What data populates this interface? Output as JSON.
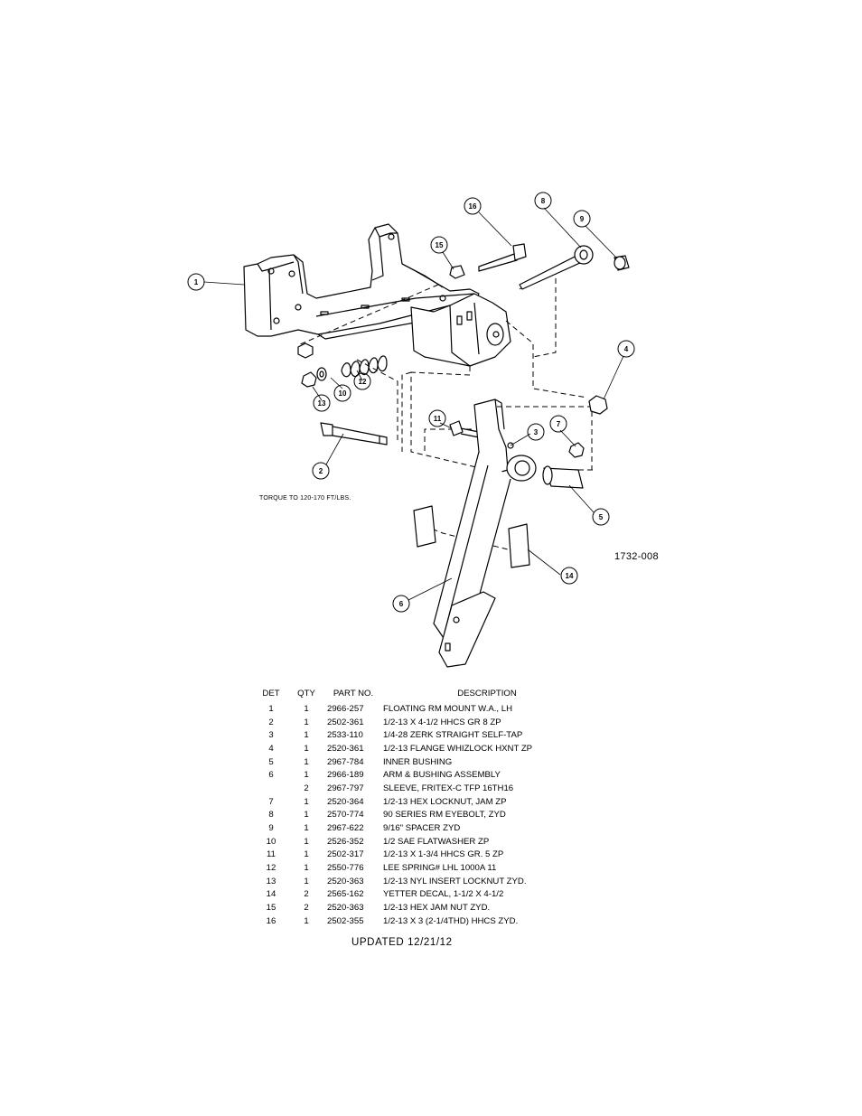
{
  "callouts": [
    "1",
    "2",
    "3",
    "4",
    "5",
    "6",
    "7",
    "8",
    "9",
    "10",
    "11",
    "12",
    "13",
    "14",
    "15",
    "16"
  ],
  "note": "TORQUE TO 120-170 FT/LBS.",
  "figure_id": "1732-008",
  "table": {
    "headers": {
      "det": "DET",
      "qty": "QTY",
      "part": "PART NO.",
      "desc": "DESCRIPTION"
    },
    "rows": [
      {
        "det": "1",
        "qty": "1",
        "part": "2966-257",
        "desc": "FLOATING RM MOUNT W.A., LH"
      },
      {
        "det": "2",
        "qty": "1",
        "part": "2502-361",
        "desc": "1/2-13 X 4-1/2 HHCS GR 8 ZP"
      },
      {
        "det": "3",
        "qty": "1",
        "part": "2533-110",
        "desc": "1/4-28 ZERK STRAIGHT SELF-TAP"
      },
      {
        "det": "4",
        "qty": "1",
        "part": "2520-361",
        "desc": "1/2-13 FLANGE WHIZLOCK HXNT ZP"
      },
      {
        "det": "5",
        "qty": "1",
        "part": "2967-784",
        "desc": "INNER BUSHING"
      },
      {
        "det": "6",
        "qty": "1",
        "part": "2966-189",
        "desc": "ARM & BUSHING ASSEMBLY"
      },
      {
        "det": "",
        "qty": "2",
        "part": "2967-797",
        "desc": "SLEEVE, FRITEX-C TFP 16TH16"
      },
      {
        "det": "7",
        "qty": "1",
        "part": "2520-364",
        "desc": "1/2-13 HEX LOCKNUT, JAM ZP"
      },
      {
        "det": "8",
        "qty": "1",
        "part": "2570-774",
        "desc": "90 SERIES RM EYEBOLT, ZYD"
      },
      {
        "det": "9",
        "qty": "1",
        "part": "2967-622",
        "desc": "9/16\" SPACER ZYD"
      },
      {
        "det": "10",
        "qty": "1",
        "part": "2526-352",
        "desc": "1/2 SAE FLATWASHER   ZP"
      },
      {
        "det": "11",
        "qty": "1",
        "part": "2502-317",
        "desc": "1/2-13 X 1-3/4 HHCS GR. 5 ZP"
      },
      {
        "det": "12",
        "qty": "1",
        "part": "2550-776",
        "desc": "LEE SPRING# LHL 1000A 11"
      },
      {
        "det": "13",
        "qty": "1",
        "part": "2520-363",
        "desc": "1/2-13 NYL INSERT LOCKNUT ZYD."
      },
      {
        "det": "14",
        "qty": "2",
        "part": "2565-162",
        "desc": "YETTER DECAL, 1-1/2 X 4-1/2"
      },
      {
        "det": "15",
        "qty": "2",
        "part": "2520-363",
        "desc": "1/2-13 HEX JAM NUT ZYD."
      },
      {
        "det": "16",
        "qty": "1",
        "part": "2502-355",
        "desc": "1/2-13 X 3 (2-1/4THD) HHCS ZYD."
      }
    ]
  },
  "updated": "UPDATED 12/21/12"
}
